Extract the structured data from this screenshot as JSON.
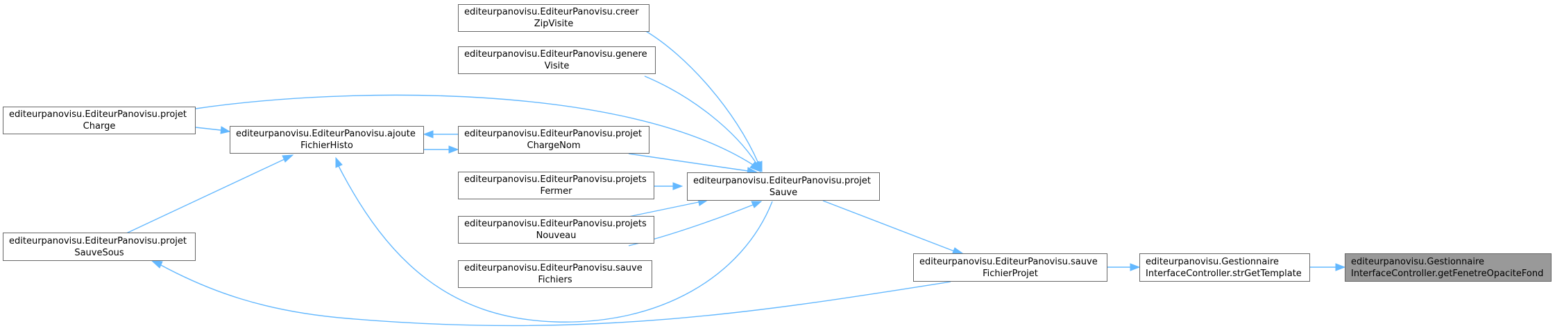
{
  "nodes": {
    "creerZipVisite": {
      "line1": "editeurpanovisu.EditeurPanovisu.creer",
      "line2": "ZipVisite"
    },
    "genereVisite": {
      "line1": "editeurpanovisu.EditeurPanovisu.genere",
      "line2": "Visite"
    },
    "projetCharge": {
      "line1": "editeurpanovisu.EditeurPanovisu.projet",
      "line2": "Charge"
    },
    "ajouteFichierHisto": {
      "line1": "editeurpanovisu.EditeurPanovisu.ajoute",
      "line2": "FichierHisto"
    },
    "projetChargeNom": {
      "line1": "editeurpanovisu.EditeurPanovisu.projet",
      "line2": "ChargeNom"
    },
    "projetsFermer": {
      "line1": "editeurpanovisu.EditeurPanovisu.projets",
      "line2": "Fermer"
    },
    "projetsNouveau": {
      "line1": "editeurpanovisu.EditeurPanovisu.projets",
      "line2": "Nouveau"
    },
    "sauveFichiers": {
      "line1": "editeurpanovisu.EditeurPanovisu.sauve",
      "line2": "Fichiers"
    },
    "projetSauve": {
      "line1": "editeurpanovisu.EditeurPanovisu.projet",
      "line2": "Sauve"
    },
    "projetSauveSous": {
      "line1": "editeurpanovisu.EditeurPanovisu.projet",
      "line2": "SauveSous"
    },
    "sauveFichierProjet": {
      "line1": "editeurpanovisu.EditeurPanovisu.sauve",
      "line2": "FichierProjet"
    },
    "strGetTemplate": {
      "line1": "editeurpanovisu.Gestionnaire",
      "line2": "InterfaceController.strGetTemplate"
    },
    "getFenetreOpaciteFond": {
      "line1": "editeurpanovisu.Gestionnaire",
      "line2": "InterfaceController.getFenetreOpaciteFond"
    }
  },
  "colors": {
    "edge": "#63b8ff",
    "node_border": "#666666",
    "current_node_fill": "#999999"
  }
}
